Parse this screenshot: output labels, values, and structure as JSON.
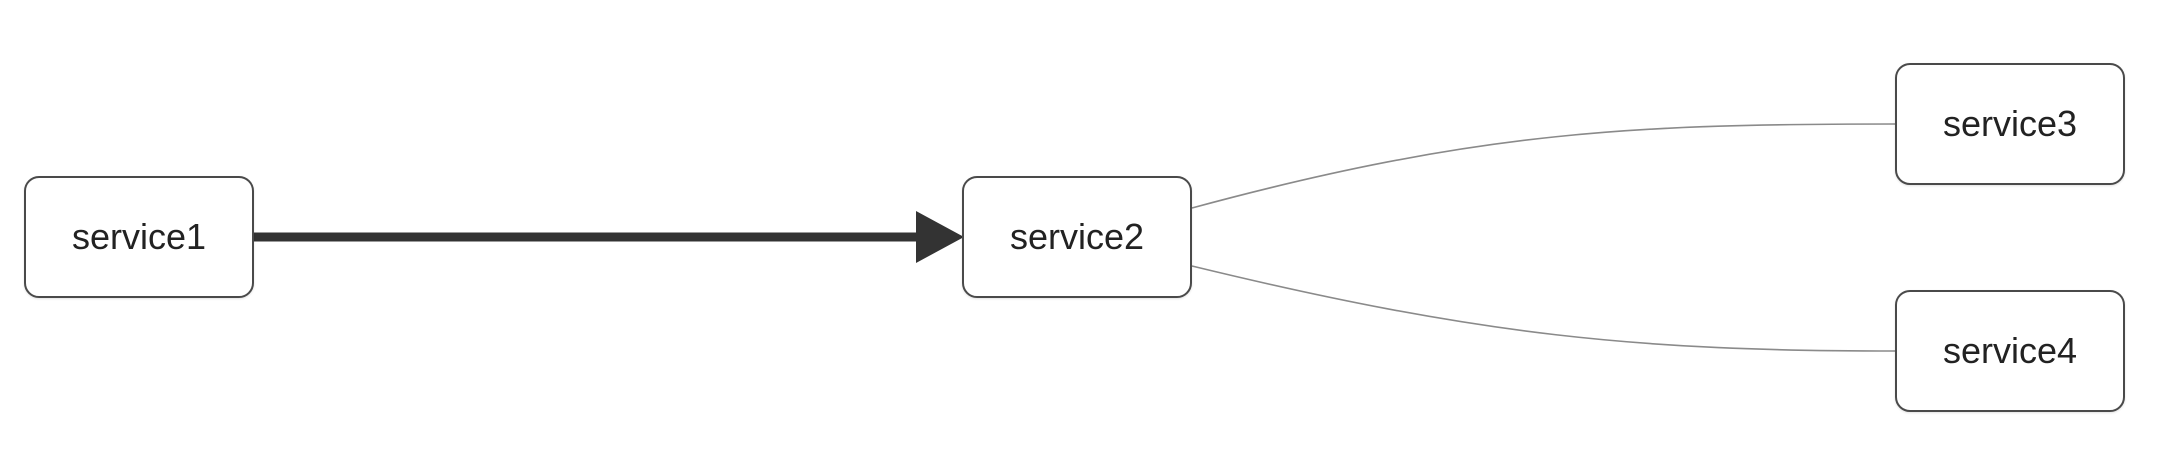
{
  "diagram": {
    "nodes": [
      {
        "id": "service1",
        "label": "service1"
      },
      {
        "id": "service2",
        "label": "service2"
      },
      {
        "id": "service3",
        "label": "service3"
      },
      {
        "id": "service4",
        "label": "service4"
      }
    ],
    "edges": [
      {
        "from": "service1",
        "to": "service2",
        "style": "thick",
        "arrow": true
      },
      {
        "from": "service2",
        "to": "service3",
        "style": "thin",
        "arrow": false
      },
      {
        "from": "service2",
        "to": "service4",
        "style": "thin",
        "arrow": false
      }
    ]
  }
}
